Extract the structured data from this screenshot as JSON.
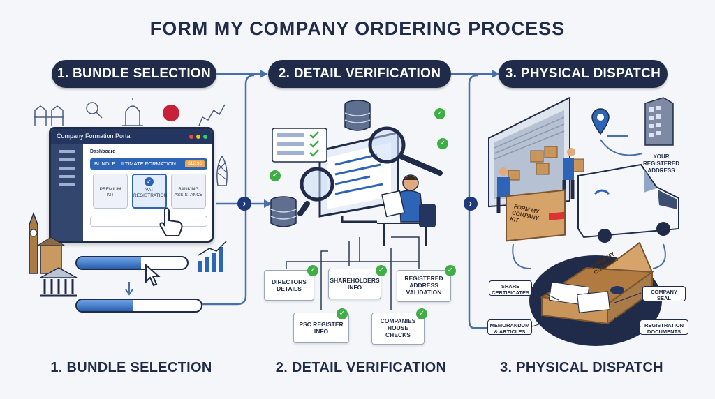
{
  "title": "FORM MY COMPANY ORDERING PROCESS",
  "steps": [
    {
      "label": "1. BUNDLE SELECTION"
    },
    {
      "label": "2. DETAIL VERIFICATION"
    },
    {
      "label": "3. PHYSICAL DISPATCH"
    }
  ],
  "bottom_labels": [
    "1. BUNDLE SELECTION",
    "2. DETAIL VERIFICATION",
    "3. PHYSICAL DISPATCH"
  ],
  "portal": {
    "title": "Company Formation Portal",
    "dashboard": "Dashboard",
    "bundle": "BUNDLE: ULTIMATE FORMATION",
    "price": "$12.96",
    "options": [
      {
        "line1": "PREMIUM",
        "line2": "KIT"
      },
      {
        "line1": "VAT",
        "line2": "REGISTRATION"
      },
      {
        "line1": "BANKING",
        "line2": "ASSISTANCE"
      }
    ],
    "bundle_progress": 0.58,
    "progress2": 0.45
  },
  "verification": {
    "items": [
      {
        "line1": "DIRECTORS",
        "line2": "DETAILS",
        "line3": ""
      },
      {
        "line1": "SHAREHOLDERS",
        "line2": "INFO",
        "line3": ""
      },
      {
        "line1": "REGISTERED",
        "line2": "ADDRESS",
        "line3": "VALIDATION"
      },
      {
        "line1": "PSC REGISTER",
        "line2": "INFO",
        "line3": ""
      },
      {
        "line1": "COMPANIES",
        "line2": "HOUSE",
        "line3": "CHECKS"
      }
    ]
  },
  "dispatch": {
    "address_label": [
      "YOUR",
      "REGISTERED",
      "ADDRESS"
    ],
    "box_text": "FORM MY COMPANY KIT",
    "kit_lid_text": "FORM MY COMPANY",
    "contents": [
      {
        "line1": "SHARE",
        "line2": "CERTIFICATES"
      },
      {
        "line1": "COMPANY",
        "line2": "SEAL"
      },
      {
        "line1": "MEMORANDUM",
        "line2": "& ARTICLES"
      },
      {
        "line1": "REGISTRATION",
        "line2": "DOCUMENTS"
      }
    ]
  },
  "colors": {
    "navy": "#1f2b48",
    "accent_blue": "#2d64b5",
    "check_green": "#3eae45",
    "box_brown": "#c9955a"
  }
}
